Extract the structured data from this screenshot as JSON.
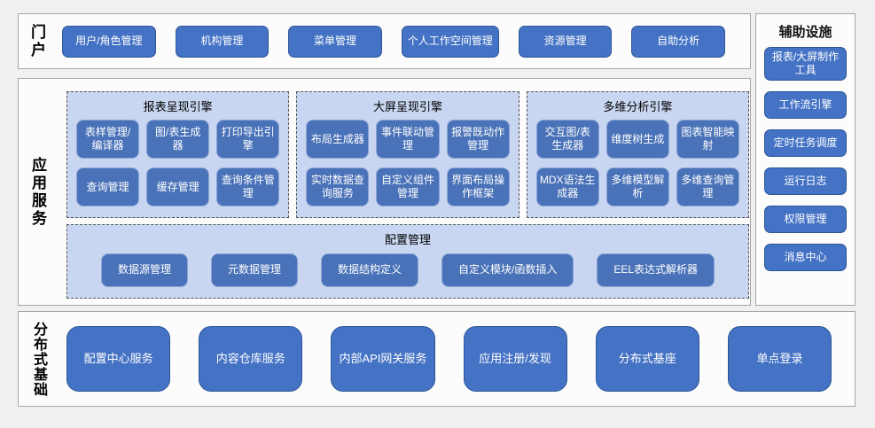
{
  "colors": {
    "page_bg": "#f0f0f0",
    "section_bg": "#fcfcfc",
    "section_border": "#a6a6a6",
    "node_blue": "#4472c4",
    "node_border": "#2e5697",
    "panel_bg": "#c9d6f1",
    "panel_node_blue": "#4a72b8",
    "panel_node_border": "#8aa5d6",
    "text_on_node": "#ffffff"
  },
  "portal": {
    "label": "门户",
    "buttons": [
      "用户/角色管理",
      "机构管理",
      "菜单管理",
      "个人工作空间管理",
      "资源管理",
      "自助分析"
    ]
  },
  "app_services": {
    "label": "应用服务",
    "engines": [
      {
        "title": "报表呈现引擎",
        "buttons": [
          "表样管理/编译器",
          "图/表生成器",
          "打印导出引擎",
          "查询管理",
          "缓存管理",
          "查询条件管理"
        ]
      },
      {
        "title": "大屏呈现引擎",
        "buttons": [
          "布局生成器",
          "事件联动管理",
          "报警既动作管理",
          "实时数据查询服务",
          "自定义组件管理",
          "界面布局操作框架"
        ]
      },
      {
        "title": "多维分析引擎",
        "buttons": [
          "交互图/表生成器",
          "维度树生成",
          "图表智能映射",
          "MDX语法生成器",
          "多维模型解析",
          "多维查询管理"
        ]
      }
    ],
    "config": {
      "title": "配置管理",
      "buttons": [
        "数据源管理",
        "元数据管理",
        "数据结构定义",
        "自定义模块/函数插入",
        "EEL表达式解析器"
      ]
    }
  },
  "distributed": {
    "label": "分布式基础",
    "buttons": [
      "配置中心服务",
      "内容仓库服务",
      "内部API网关服务",
      "应用注册/发现",
      "分布式基座",
      "单点登录"
    ]
  },
  "auxiliary": {
    "title": "辅助设施",
    "buttons": [
      "报表/大屏制作工具",
      "工作流引擎",
      "定时任务调度",
      "运行日志",
      "权限管理",
      "消息中心"
    ]
  }
}
